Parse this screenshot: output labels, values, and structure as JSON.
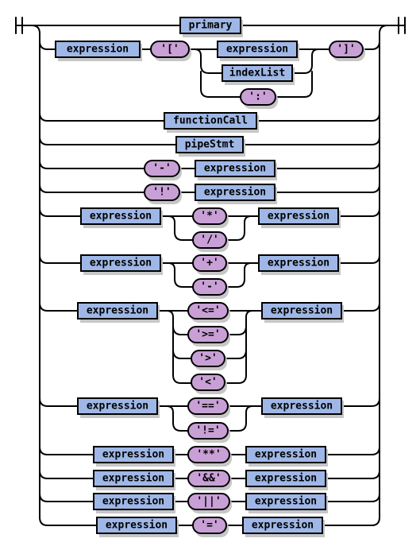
{
  "diagram": {
    "rule_alternatives": [
      {
        "items": [
          "primary"
        ]
      },
      {
        "items": [
          "expression",
          "'['",
          "expression",
          "indexList",
          "':'",
          "']'"
        ]
      },
      {
        "items": [
          "functionCall"
        ]
      },
      {
        "items": [
          "pipeStmt"
        ]
      },
      {
        "items": [
          "'-'",
          "expression"
        ]
      },
      {
        "items": [
          "'!'",
          "expression"
        ]
      },
      {
        "items": [
          "expression",
          "'*'",
          "'/'",
          "expression"
        ]
      },
      {
        "items": [
          "expression",
          "'+'",
          "'-'",
          "expression"
        ]
      },
      {
        "items": [
          "expression",
          "'<='",
          "'>='",
          "'>'",
          "'<'",
          "expression"
        ]
      },
      {
        "items": [
          "expression",
          "'=='",
          "'!='",
          "expression"
        ]
      },
      {
        "items": [
          "expression",
          "'**'",
          "expression"
        ]
      },
      {
        "items": [
          "expression",
          "'&&'",
          "expression"
        ]
      },
      {
        "items": [
          "expression",
          "'||'",
          "expression"
        ]
      },
      {
        "items": [
          "expression",
          "'='",
          "expression"
        ]
      }
    ],
    "colors": {
      "nonterminal_fill": "#9fb7e6",
      "terminal_fill": "#c8a0d6",
      "line": "#000000",
      "shadow": "#c6c6c6"
    }
  }
}
